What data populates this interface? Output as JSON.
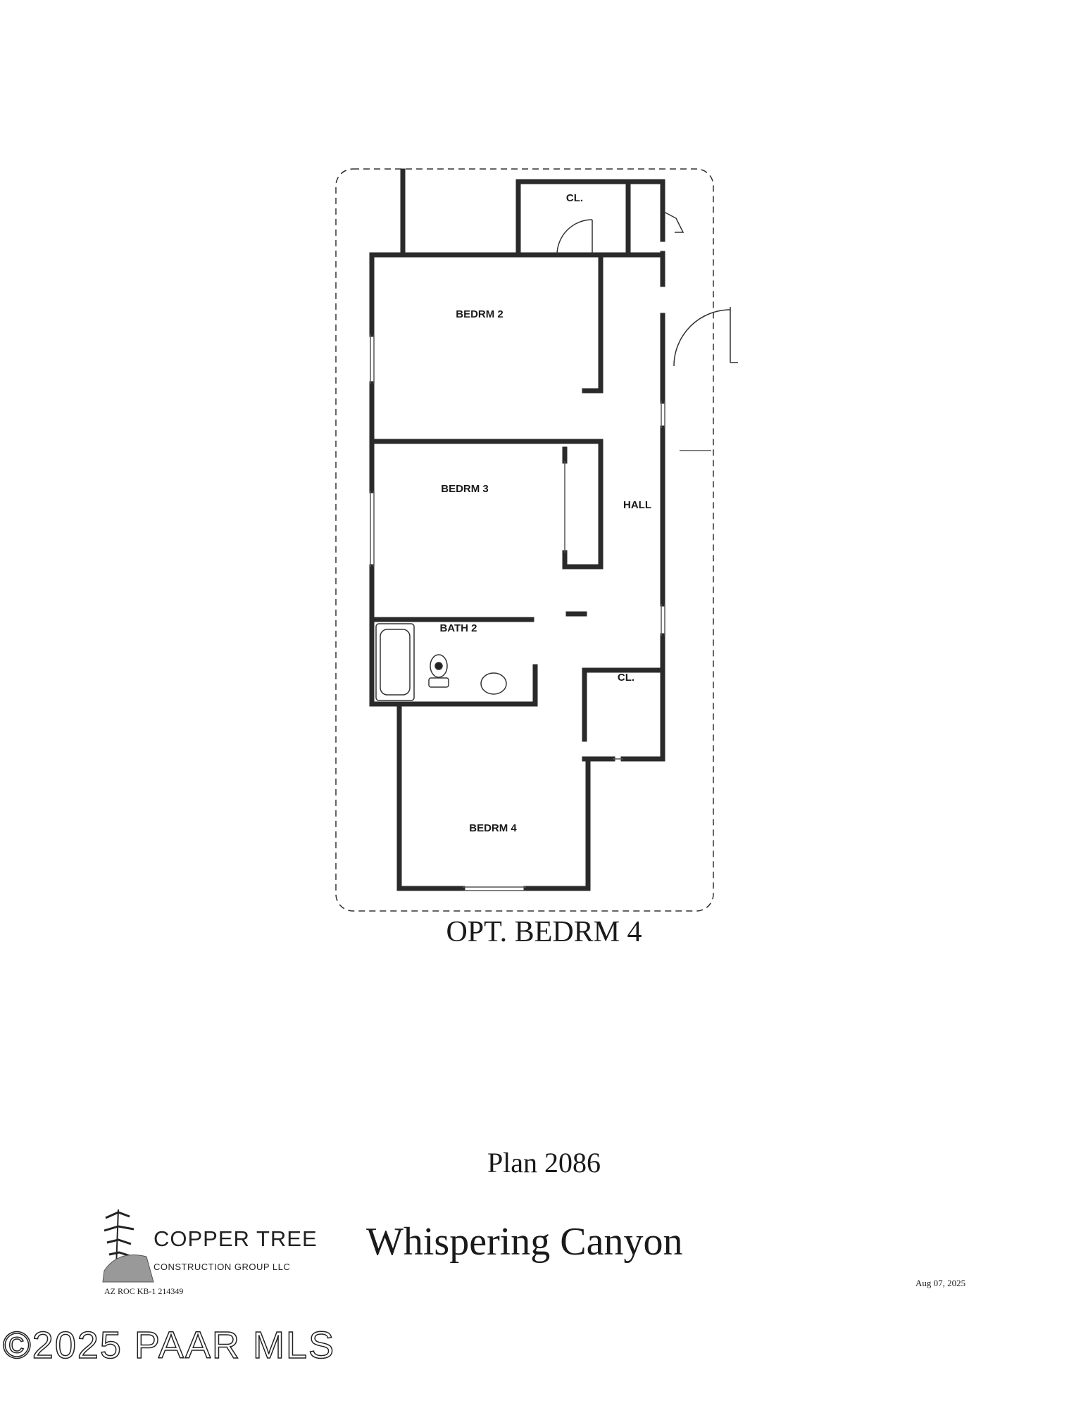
{
  "plan": {
    "rooms": [
      {
        "key": "closet_top",
        "label": "CL."
      },
      {
        "key": "bedroom2",
        "label": "BEDRM 2"
      },
      {
        "key": "bedroom3",
        "label": "BEDRM 3"
      },
      {
        "key": "hall",
        "label": "HALL"
      },
      {
        "key": "bath2",
        "label": "BATH 2"
      },
      {
        "key": "closet_bottom",
        "label": "CL."
      },
      {
        "key": "bedroom4",
        "label": "BEDRM 4"
      }
    ],
    "option_title": "OPT. BEDRM 4"
  },
  "footer": {
    "plan_number": "Plan 2086",
    "project_name": "Whispering Canyon",
    "date": "Aug 07, 2025"
  },
  "logo": {
    "brand": "COPPER TREE",
    "subtitle": "CONSTRUCTION GROUP LLC",
    "license": "AZ ROC KB-1 214349"
  },
  "watermark": "©2025 PAAR MLS"
}
